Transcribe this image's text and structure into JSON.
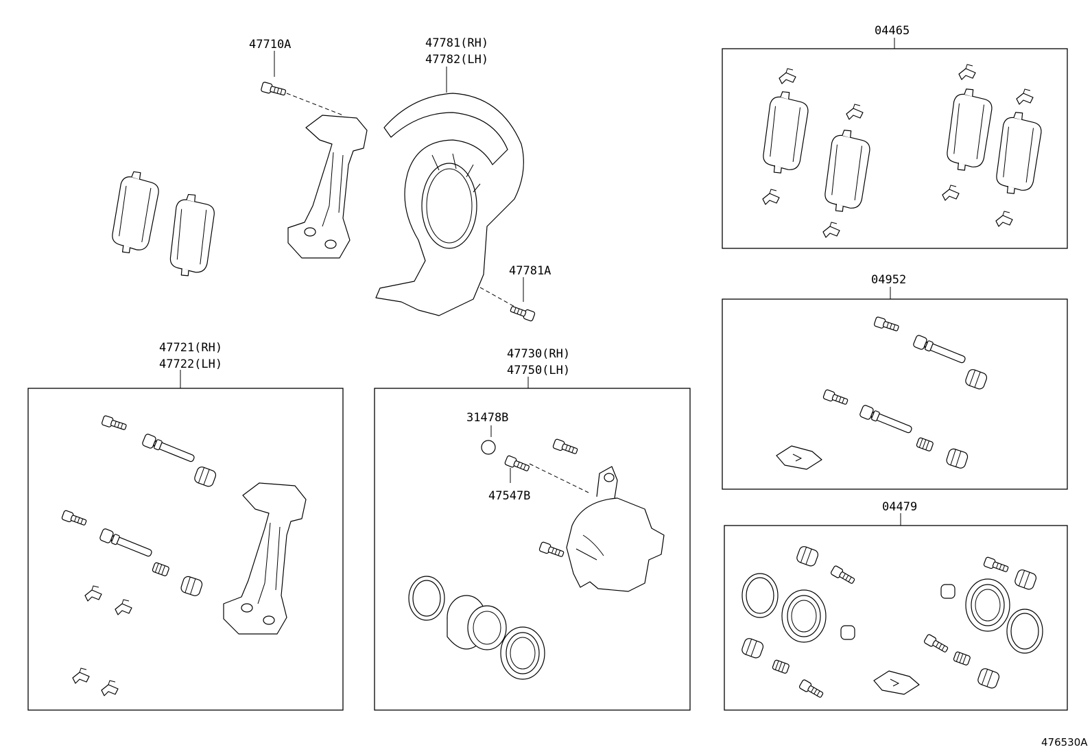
{
  "callouts": {
    "c47710a": "47710A",
    "c47781": "47781(RH)",
    "c47782": "47782(LH)",
    "c47781a": "47781A",
    "c47721": "47721(RH)",
    "c47722": "47722(LH)",
    "c47730": "47730(RH)",
    "c47750": "47750(LH)",
    "c31478b": "31478B",
    "c47547b": "47547B",
    "c04465": "04465",
    "c04952": "04952",
    "c04479": "04479"
  },
  "diagram_ref": "476530A"
}
